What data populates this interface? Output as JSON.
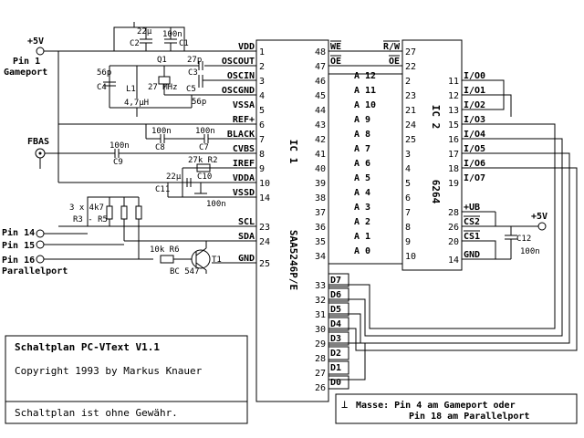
{
  "title_box": {
    "title": "Schaltplan PC-VText V1.1",
    "copyright": "Copyright 1993 by Markus Knauer",
    "disclaimer": "Schaltplan ist ohne Gewähr."
  },
  "note": {
    "ground_symbol": "⊥",
    "line1": "Masse: Pin 4 am Gameport oder",
    "line2": "Pin 18 am Parallelport"
  },
  "ic1": {
    "label": "IC 1",
    "part": "SAA5246P/E",
    "left_pins": [
      {
        "num": "1",
        "name": "VDD"
      },
      {
        "num": "2",
        "name": "OSCOUT"
      },
      {
        "num": "3",
        "name": "OSCIN"
      },
      {
        "num": "4",
        "name": "OSCGND"
      },
      {
        "num": "5",
        "name": "VSSA"
      },
      {
        "num": "6",
        "name": "REF+"
      },
      {
        "num": "7",
        "name": "BLACK"
      },
      {
        "num": "8",
        "name": "CVBS"
      },
      {
        "num": "9",
        "name": "IREF"
      },
      {
        "num": "10",
        "name": "VDDA"
      },
      {
        "num": "14",
        "name": "VSSD"
      },
      {
        "num": "23",
        "name": "SCL"
      },
      {
        "num": "24",
        "name": "SDA"
      },
      {
        "num": "25",
        "name": "GND"
      }
    ],
    "right_pins": [
      {
        "num": "48",
        "name": "WE"
      },
      {
        "num": "47",
        "name": "OE"
      },
      {
        "num": "46",
        "name": "A 12"
      },
      {
        "num": "45",
        "name": "A 11"
      },
      {
        "num": "44",
        "name": "A 10"
      },
      {
        "num": "43",
        "name": "A 9"
      },
      {
        "num": "42",
        "name": "A 8"
      },
      {
        "num": "41",
        "name": "A 7"
      },
      {
        "num": "40",
        "name": "A 6"
      },
      {
        "num": "39",
        "name": "A 5"
      },
      {
        "num": "38",
        "name": "A 4"
      },
      {
        "num": "37",
        "name": "A 3"
      },
      {
        "num": "36",
        "name": "A 2"
      },
      {
        "num": "35",
        "name": "A 1"
      },
      {
        "num": "34",
        "name": "A 0"
      }
    ],
    "data_pins": [
      {
        "num": "33",
        "name": "D7"
      },
      {
        "num": "32",
        "name": "D6"
      },
      {
        "num": "31",
        "name": "D5"
      },
      {
        "num": "30",
        "name": "D4"
      },
      {
        "num": "29",
        "name": "D3"
      },
      {
        "num": "28",
        "name": "D2"
      },
      {
        "num": "27",
        "name": "D1"
      },
      {
        "num": "26",
        "name": "D0"
      }
    ]
  },
  "ic2": {
    "label": "IC 2",
    "part": "6264",
    "left_pins": [
      {
        "num": "27",
        "name": "R/W"
      },
      {
        "num": "22",
        "name": "OE"
      },
      {
        "num": "2"
      },
      {
        "num": "23"
      },
      {
        "num": "21"
      },
      {
        "num": "24"
      },
      {
        "num": "25"
      },
      {
        "num": "3"
      },
      {
        "num": "4"
      },
      {
        "num": "5"
      },
      {
        "num": "6"
      },
      {
        "num": "7"
      },
      {
        "num": "8"
      },
      {
        "num": "9"
      },
      {
        "num": "10"
      }
    ],
    "io_pins": [
      {
        "num": "11",
        "name": "I/O0"
      },
      {
        "num": "12",
        "name": "I/O1"
      },
      {
        "num": "13",
        "name": "I/O2"
      },
      {
        "num": "15",
        "name": "I/O3"
      },
      {
        "num": "16",
        "name": "I/O4"
      },
      {
        "num": "17",
        "name": "I/O5"
      },
      {
        "num": "18",
        "name": "I/O6"
      },
      {
        "num": "19",
        "name": "I/O7"
      }
    ],
    "power_pins": [
      {
        "num": "28",
        "name": "+UB"
      },
      {
        "num": "26",
        "name": "CS2"
      },
      {
        "num": "20",
        "name": "CS1"
      },
      {
        "num": "14",
        "name": "GND"
      }
    ]
  },
  "connectors": {
    "plus5v_left": "+5V",
    "gameport_pin": "Pin 1",
    "gameport": "Gameport",
    "fbas": "FBAS",
    "pin14": "Pin 14",
    "pin15": "Pin 15",
    "pin16": "Pin 16",
    "parallelport": "Parallelport",
    "plus5v_right": "+5V"
  },
  "components": {
    "c2_val": "22µ",
    "c2": "C2",
    "c1_val": "100n",
    "c1": "C1",
    "c3_val": "27p",
    "c3": "C3",
    "c4_val": "56p",
    "c4": "C4",
    "q1": "Q1",
    "q1_freq": "27 MHz",
    "l1": "L1",
    "l1_val": "4,7µH",
    "c5": "C5",
    "c5_val": "56p",
    "c8_val": "100n",
    "c8": "C8",
    "c7_val": "100n",
    "c7": "C7",
    "c9_val": "100n",
    "c9": "C9",
    "r2": "27k R2",
    "c10": "C10",
    "c11_val": "22µ",
    "c11": "C11",
    "c11b_val": "100n",
    "r_val": "3 x 4k7",
    "r_name": "R3 - R5",
    "r6": "10k R6",
    "t1": "T1",
    "t1_type": "BC 547",
    "c12": "C12",
    "c12_val": "100n"
  }
}
